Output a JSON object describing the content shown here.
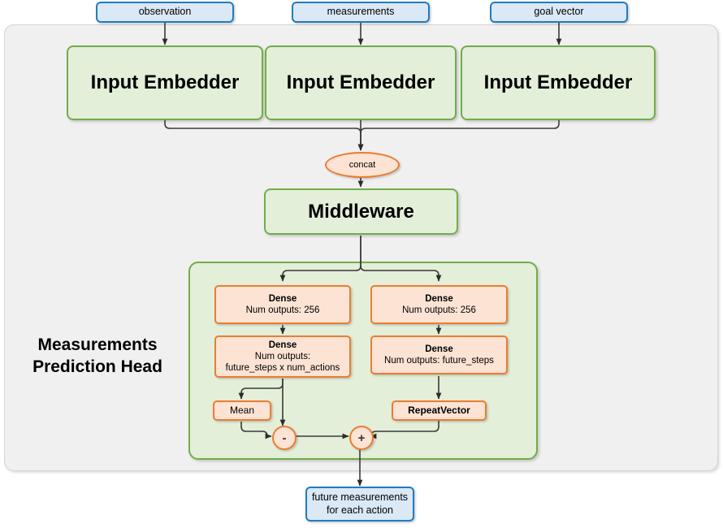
{
  "diagram": {
    "title": "Measurements Prediction Head",
    "colors": {
      "blue_fill": "#dbe8f6",
      "blue_border": "#1f7cc4",
      "green_fill": "#e3efd9",
      "green_border": "#72ac4a",
      "orange_fill": "#fce3d4",
      "orange_border": "#ec7c31",
      "frame_fill": "#f0f0f0",
      "frame_border": "#d4d4d4",
      "arrow": "#3a3a3a"
    },
    "inputs": [
      {
        "label": "observation"
      },
      {
        "label": "measurements"
      },
      {
        "label": "goal vector"
      }
    ],
    "embedders": [
      {
        "label": "Input Embedder"
      },
      {
        "label": "Input Embedder"
      },
      {
        "label": "Input Embedder"
      }
    ],
    "concat": {
      "label": "concat"
    },
    "middleware": {
      "label": "Middleware"
    },
    "head": {
      "label_line1": "Measurements",
      "label_line2": "Prediction Head",
      "left_branch": {
        "dense1": {
          "title": "Dense",
          "line1": "Num outputs: 256"
        },
        "dense2": {
          "title": "Dense",
          "line1": "Num outputs:",
          "line2": "future_steps x num_actions"
        },
        "mean": {
          "label": "Mean"
        }
      },
      "right_branch": {
        "dense1": {
          "title": "Dense",
          "line1": "Num outputs: 256"
        },
        "dense2": {
          "title": "Dense",
          "line1": "Num outputs: future_steps"
        },
        "repeat_vector": {
          "label": "RepeatVector"
        }
      },
      "operators": [
        {
          "symbol": "-",
          "name": "subtract"
        },
        {
          "symbol": "+",
          "name": "add"
        }
      ]
    },
    "output": {
      "line1": "future measurements",
      "line2": "for each action"
    }
  }
}
